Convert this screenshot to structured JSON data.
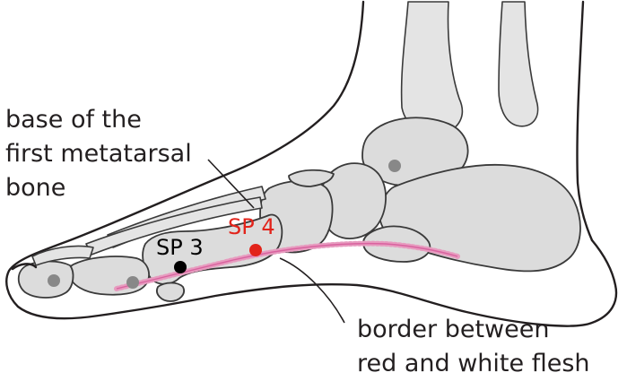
{
  "labels": {
    "base_line1": "base of the",
    "base_line2": "first metatarsal",
    "base_line3": "bone",
    "border_line1": "border between",
    "border_line2": "red and white flesh"
  },
  "points": {
    "sp3": "SP 3",
    "sp4": "SP 4"
  },
  "colors": {
    "sp3": "#000000",
    "sp4": "#e2231a",
    "border_line": "#e79bbf",
    "joint_dot": "#888888"
  }
}
